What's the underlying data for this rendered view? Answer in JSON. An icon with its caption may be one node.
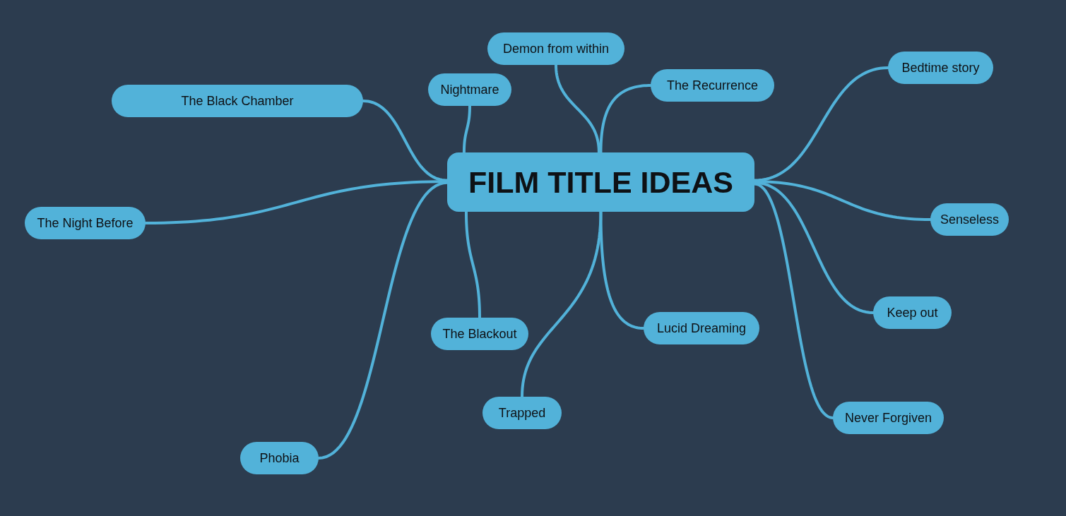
{
  "diagram": {
    "nodes": [
      {
        "text": [
          "FILM TITLE IDEAS"
        ]
      },
      {
        "text": [
          "Demon from within"
        ]
      },
      {
        "text": [
          "Bedtime story"
        ]
      },
      {
        "text": [
          "The Recurrence"
        ]
      },
      {
        "text": [
          "Nightmare"
        ]
      },
      {
        "text": [
          "The Black Chamber"
        ]
      },
      {
        "text": [
          "Senseless"
        ]
      },
      {
        "text": [
          "The Night Before"
        ]
      },
      {
        "text": [
          "Keep out"
        ]
      },
      {
        "text": [
          "Lucid Dreaming"
        ]
      },
      {
        "text": [
          "The Blackout"
        ]
      },
      {
        "text": [
          "Trapped"
        ]
      },
      {
        "text": [
          "Never Forgiven"
        ]
      },
      {
        "text": [
          "Phobia"
        ]
      }
    ],
    "edges": [
      {
        "from": 0,
        "to": 1,
        "arrow": "none"
      },
      {
        "from": 0,
        "to": 2,
        "arrow": "none"
      },
      {
        "from": 0,
        "to": 3,
        "arrow": "none"
      },
      {
        "from": 0,
        "to": 4,
        "arrow": "none"
      },
      {
        "from": 0,
        "to": 5,
        "arrow": "none"
      },
      {
        "from": 0,
        "to": 6,
        "arrow": "none"
      },
      {
        "from": 0,
        "to": 7,
        "arrow": "none"
      },
      {
        "from": 0,
        "to": 8,
        "arrow": "none"
      },
      {
        "from": 0,
        "to": 9,
        "arrow": "none"
      },
      {
        "from": 0,
        "to": 10,
        "arrow": "none"
      },
      {
        "from": 0,
        "to": 11,
        "arrow": "none"
      },
      {
        "from": 0,
        "to": 12,
        "arrow": "none"
      },
      {
        "from": 0,
        "to": 13,
        "arrow": "none"
      }
    ]
  }
}
